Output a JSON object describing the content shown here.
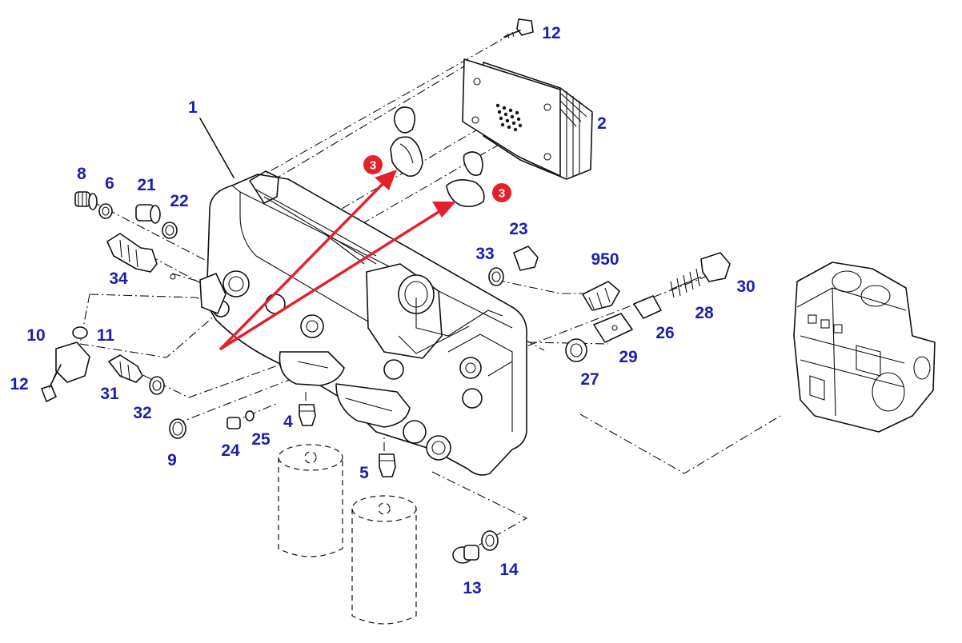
{
  "colors": {
    "label": "#1a1fb0",
    "highlight": "#e4202a",
    "line_art": "#111111",
    "background": "#ffffff"
  },
  "callouts": [
    {
      "id": "1",
      "text": "1"
    },
    {
      "id": "2",
      "text": "2"
    },
    {
      "id": "4",
      "text": "4"
    },
    {
      "id": "5",
      "text": "5"
    },
    {
      "id": "6",
      "text": "6"
    },
    {
      "id": "8",
      "text": "8"
    },
    {
      "id": "9",
      "text": "9"
    },
    {
      "id": "10",
      "text": "10"
    },
    {
      "id": "11",
      "text": "11"
    },
    {
      "id": "12a",
      "text": "12"
    },
    {
      "id": "12b",
      "text": "12"
    },
    {
      "id": "13",
      "text": "13"
    },
    {
      "id": "14",
      "text": "14"
    },
    {
      "id": "21",
      "text": "21"
    },
    {
      "id": "22",
      "text": "22"
    },
    {
      "id": "23",
      "text": "23"
    },
    {
      "id": "24",
      "text": "24"
    },
    {
      "id": "25",
      "text": "25"
    },
    {
      "id": "26",
      "text": "26"
    },
    {
      "id": "27",
      "text": "27"
    },
    {
      "id": "28",
      "text": "28"
    },
    {
      "id": "29",
      "text": "29"
    },
    {
      "id": "30",
      "text": "30"
    },
    {
      "id": "31",
      "text": "31"
    },
    {
      "id": "32",
      "text": "32"
    },
    {
      "id": "33",
      "text": "33"
    },
    {
      "id": "34",
      "text": "34"
    },
    {
      "id": "950",
      "text": "950"
    }
  ],
  "markers": [
    {
      "id": "gasket-upper",
      "text": "3"
    },
    {
      "id": "gasket-lower",
      "text": "3"
    }
  ],
  "icons": {
    "housing": "oil-filter-housing-icon",
    "cooler": "oil-cooler-icon",
    "gasket": "gasket-icon",
    "filter": "oil-filter-canister-icon",
    "engine": "engine-block-icon"
  }
}
